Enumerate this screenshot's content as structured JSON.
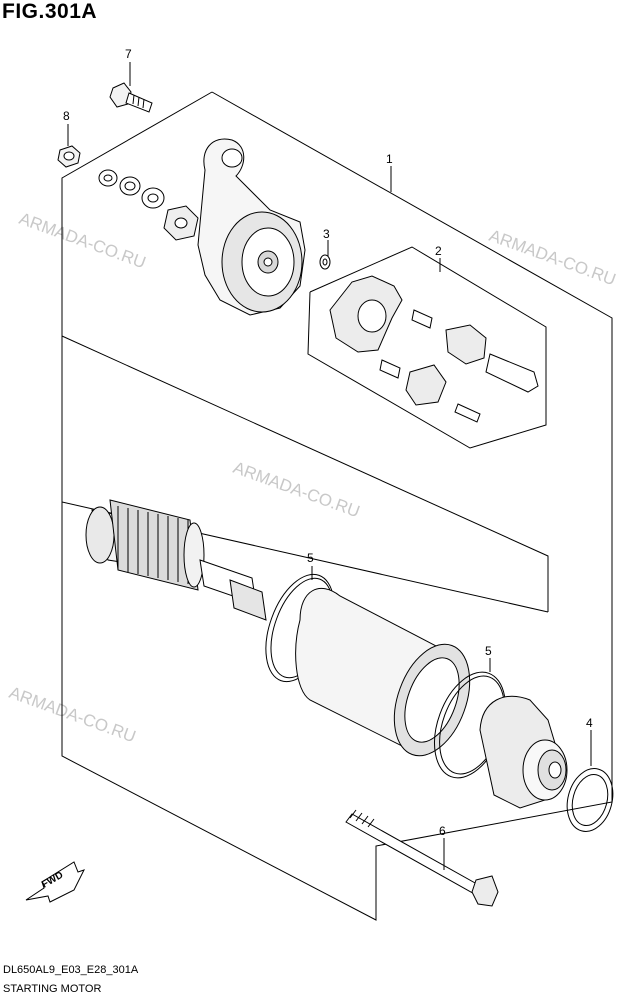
{
  "figure": {
    "title": "FIG.301A",
    "code": "DL650AL9_E03_E28_301A",
    "name": "STARTING MOTOR"
  },
  "watermark": {
    "text": "ARMADA-CO.RU"
  },
  "callouts": [
    "1",
    "2",
    "3",
    "4",
    "5",
    "5",
    "6",
    "7",
    "8"
  ],
  "direction_arrow": {
    "label": "FWD"
  }
}
